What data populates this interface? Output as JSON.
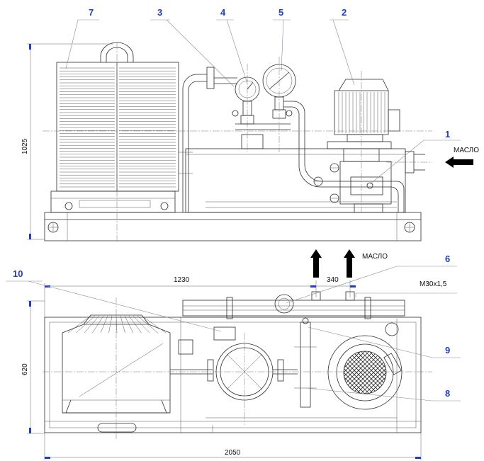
{
  "callouts": [
    {
      "id": "c1",
      "text": "1"
    },
    {
      "id": "c2",
      "text": "2"
    },
    {
      "id": "c3",
      "text": "3"
    },
    {
      "id": "c4",
      "text": "4"
    },
    {
      "id": "c5",
      "text": "5"
    },
    {
      "id": "c6",
      "text": "6"
    },
    {
      "id": "c7",
      "text": "7"
    },
    {
      "id": "c8",
      "text": "8"
    },
    {
      "id": "c9",
      "text": "9"
    },
    {
      "id": "c10",
      "text": "10"
    }
  ],
  "flow_labels": {
    "oil_side": "МАСЛО",
    "oil_top": "МАСЛО"
  },
  "dimensions": {
    "front_height": "1025",
    "plan_depth": "620",
    "plan_length": "2050",
    "plan_offset": "1230",
    "port_spacing": "340",
    "thread": "М30х1,5"
  }
}
